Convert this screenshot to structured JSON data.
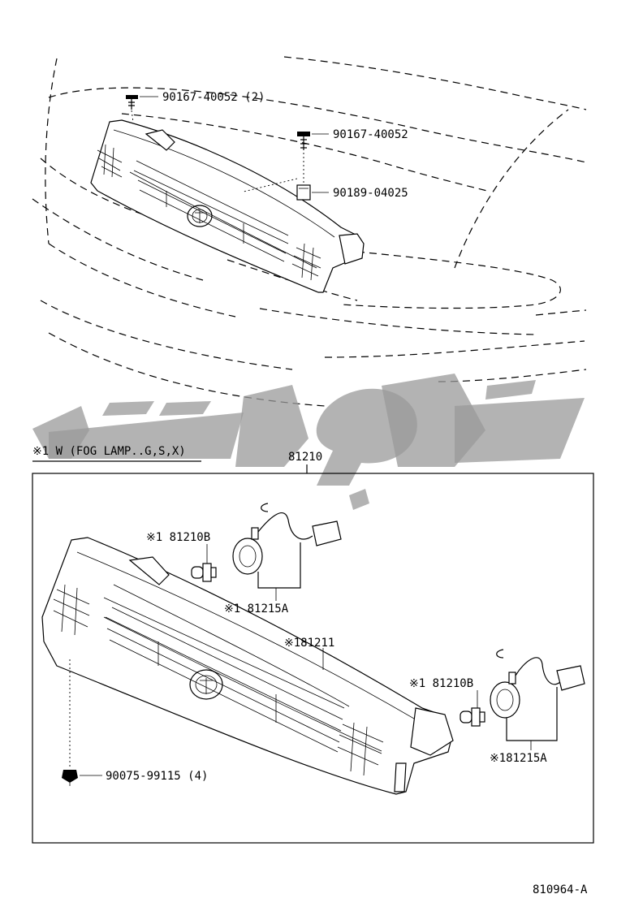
{
  "diagram": {
    "top_labels": {
      "bolt_left": "90167-40052 (2)",
      "bolt_right": "90167-40052",
      "nut_clip": "90189-04025"
    },
    "note": "※1 W (FOG LAMP..G,S,X)",
    "assembly_number": "81210",
    "inner_labels": {
      "bulb_upper": "※1  81210B",
      "socket_upper": "※1  81215A",
      "grille": "※181211",
      "bulb_lower": "※1  81210B",
      "socket_lower": "※181215A",
      "screw": "90075-99115 (4)"
    },
    "diagram_id": "810964-A"
  },
  "watermark": {
    "text": "بای پارت",
    "color": "#9a9a9a"
  }
}
